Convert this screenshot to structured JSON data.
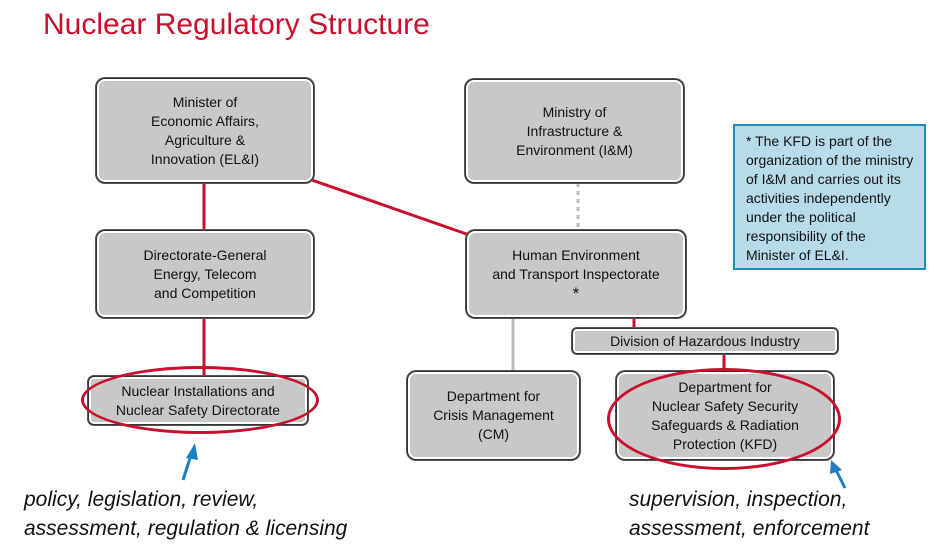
{
  "title": "Nuclear Regulatory Structure",
  "boxes": {
    "minister_ela": "Minister of\nEconomic Affairs,\nAgriculture &\nInnovation (EL&I)",
    "ministry_im": "Ministry of\nInfrastructure &\nEnvironment (I&M)",
    "dg_energy": "Directorate-General\nEnergy, Telecom\nand Competition",
    "human_env": "Human Environment\nand Transport Inspectorate",
    "human_env_marker": "*",
    "division_hazard": "Division of Hazardous Industry",
    "nuclear_installations": "Nuclear Installations and\nNuclear Safety Directorate",
    "crisis_mgmt": "Department for\nCrisis Management\n(CM)",
    "kfd": "Department for\nNuclear Safety Security\nSafeguards & Radiation\nProtection (KFD)"
  },
  "note": "*  The KFD is part of the organization of the ministry of I&M and carries out its activities independently under the political   responsibility of the Minister of EL&I.",
  "captions": {
    "left": "policy, legislation, review,\nassessment, regulation & licensing",
    "right": "supervision, inspection,\nassessment, enforcement"
  },
  "colors": {
    "accent_red": "#c8102e",
    "arrow_blue": "#1f7fc0",
    "box_gray": "#c8c8c8",
    "note_fill": "#b8dbea",
    "note_border": "#1f8dc2"
  }
}
